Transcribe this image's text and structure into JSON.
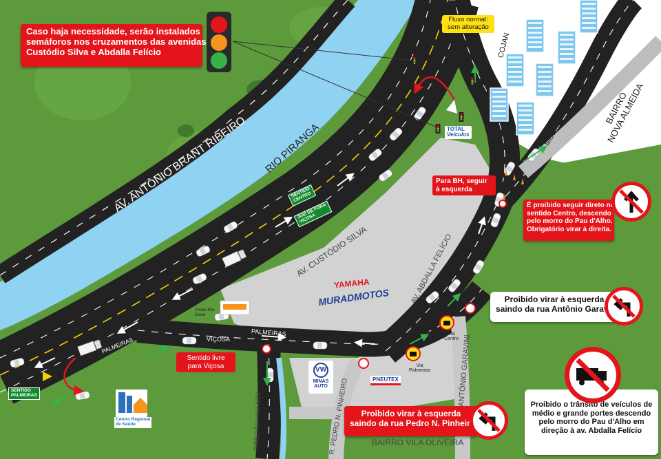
{
  "callouts": {
    "semaphores": [
      "Caso haja necessidade, serão instalados",
      "semáforos nos cruzamentos das avenidas",
      "Custódio Silva  e Abdalla Felício"
    ],
    "normal_flow": [
      "Fluxo normal:",
      "sem alteração"
    ],
    "para_bh": [
      "Para BH, seguir",
      "à esquerda"
    ],
    "prohibited_straight": [
      "É proibido seguir direto no",
      "sentido Centro, descendo",
      "pelo morro do Pau d'Alho.",
      "Obrigatório virar à direita."
    ],
    "no_left_garavini": [
      "Proibido virar à esquerda",
      "saindo da rua Antônio Garavini"
    ],
    "sentido_vicosa": [
      "Sentido livre",
      "para Viçosa"
    ],
    "no_left_pinheiro": [
      "Proibido virar à esquerda",
      "saindo da rua Pedro N. Pinheiro"
    ],
    "no_trucks": [
      "Proibido o trânsito de veículos de",
      "médio e grande portes descendo",
      "pelo morro do Pau d'Alho em",
      "direção à av. Abdalla Felício"
    ]
  },
  "street_labels": {
    "brant_ribeiro": "AV. ANTÔNIO BRANT RIBEIRO",
    "rio_piranga": "RIO PIRANGA",
    "custodio_silva": "AV. CUSTÓDIO SILVA",
    "abdalla_felicio": "AV. ABDALLA FELÍCIO",
    "antonio_garavini": "ANTÔNIO GARAVINI",
    "pedro_pinheiro": "R. PEDRO N. PINHEIRO",
    "ribeirao_vau_acu": "RIBEIRÃO VAU-AÇU",
    "palmeiras_1": "PALMEIRAS",
    "palmeiras_2": "PALMEIRAS",
    "vicosa": "VIÇOSA",
    "morro_pau_dalho": "MORRO PAU D'ALHO",
    "cojan": "COJAN",
    "bairro_nova_almeida": [
      "BAIRRO",
      "NOVA ALMEIDA"
    ],
    "bairro_vila_oliveira": "BAIRRO VILA OLIVEIRA"
  },
  "road_signs": {
    "sentido_centro": [
      "SENTIDO",
      "CENTRO"
    ],
    "juiz_de_fora": [
      "JUIZ DE FORA",
      "VIÇOSA"
    ],
    "sentido_palmeiras": [
      "SENTIDO",
      "PALMEIRAS"
    ],
    "via_centro": [
      "Via",
      "Centro"
    ],
    "via_palmeiras": [
      "Via",
      "Palmeiras"
    ]
  },
  "businesses": {
    "total_veiculos": [
      "TOTAL",
      "Veículos"
    ],
    "yamaha": "YAMAHA",
    "murad_motos": "MURADMOTOS",
    "posto_rio_doce": [
      "Posto Rio",
      "Doce"
    ],
    "minas_auto": [
      "MINAS",
      "AUTO"
    ],
    "pneutex": "PNEUTEX",
    "centro_regional": [
      "Centro Regional",
      "de Saúde"
    ]
  },
  "colors": {
    "grass": "#5c9a3c",
    "river": "#8fd2f2",
    "road": "#222222",
    "lot": "#d2d2d2",
    "callout_red": "#e3151b",
    "sign_green": "#138a2e",
    "arrow_green": "#35b34a",
    "lane_yellow": "#f6d200"
  },
  "icons": [
    "traffic-light-icon",
    "no-straight-icon",
    "no-left-turn-icon",
    "no-trucks-icon",
    "bus-icon",
    "building-icon"
  ]
}
